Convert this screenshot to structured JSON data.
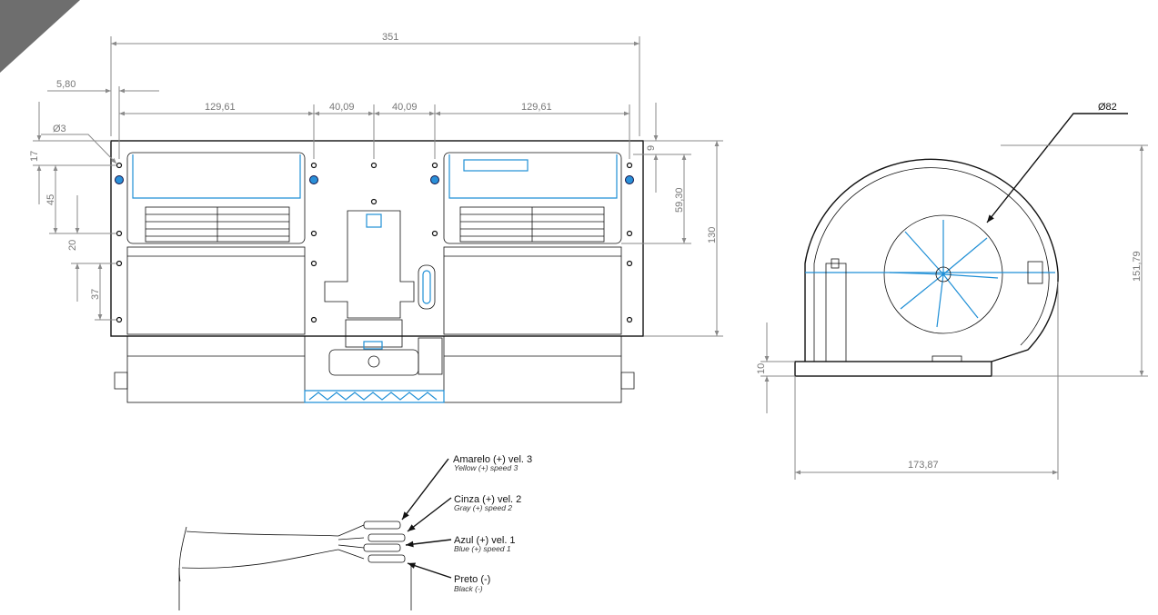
{
  "front_view": {
    "dimensions": {
      "overall_width": "351",
      "edge_offset": "5,80",
      "hole_spacing_left": "129,61",
      "center_left": "40,09",
      "center_right": "40,09",
      "hole_spacing_right": "129,61",
      "hole_diameter": "Ø3",
      "top_to_hole": "17",
      "hole_to_hole_1": "45",
      "hole_gap": "20",
      "hole_to_hole_2": "37",
      "top_offset_right": "9",
      "housing_height": "59,30",
      "plate_height": "130"
    }
  },
  "side_view": {
    "dimensions": {
      "wheel_diameter": "Ø82",
      "overall_height": "151,79",
      "base_height": "10",
      "overall_depth": "173,87"
    }
  },
  "wiring": {
    "wires": [
      {
        "label": "Amarelo (+) vel. 3",
        "translation": "Yellow (+) speed  3"
      },
      {
        "label": "Cinza (+) vel. 2",
        "translation": "Gray (+) speed  2"
      },
      {
        "label": "Azul (+) vel. 1",
        "translation": "Blue (+) speed 1"
      },
      {
        "label": "Preto (-)",
        "translation": "Black (-)"
      }
    ]
  },
  "colors": {
    "accent": "#1f8fd6",
    "dimension": "#8a8a8a",
    "line": "#111111",
    "corner": "#6e6e6e"
  }
}
